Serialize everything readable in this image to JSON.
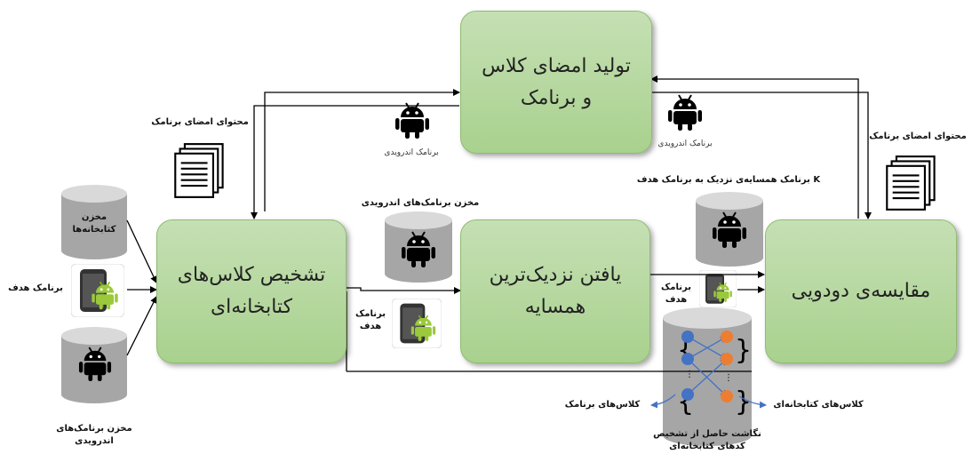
{
  "boxes": {
    "signature": [
      "تولید امضای کلاس",
      "و برنامک"
    ],
    "detect": [
      "تشخیص کلاس‌های",
      "کتابخانه‌ای"
    ],
    "nearest": [
      "یافتن نزدیک‌ترین",
      "همسایه"
    ],
    "compare": [
      "مقایسه‌ی دودویی"
    ]
  },
  "labels": {
    "lib_repo": [
      "مخزن",
      "کتابخانه‌ها"
    ],
    "target_app_left": "برنامک هدف",
    "android_repo_bottom": [
      "مخزن برنامک‌های",
      "اندرویدی"
    ],
    "signature_content_left": "محتوای امضای برنامک",
    "android_app_1": "برنامک اندرویدی",
    "android_app_2": "برنامک اندرویدی",
    "signature_content_right": "محتوای امضای برنامک",
    "android_repo_mid": "مخزن برنامک‌های اندرویدی",
    "target_app_mid": [
      "برنامک",
      "هدف"
    ],
    "k_neighbors": "K برنامک همسایه‌ی نزدیک به برنامک هدف",
    "target_app_right": [
      "برنامک",
      "هدف"
    ],
    "app_classes": "کلاس‌های برنامک",
    "lib_classes": "کلاس‌های کتابخانه‌ای",
    "mapping": [
      "نگاشت حاصل از تشخیص",
      "کدهای کتابخانه‌ای"
    ]
  },
  "colors": {
    "box_fill": "#a9d18e",
    "box_border": "#8fbc70",
    "cylinder": "#a6a6a6",
    "app_node": "#4472c4",
    "lib_node": "#ed7d31",
    "arrow": "#000000",
    "mapping_arrow": "#4472c4"
  },
  "icons": [
    "android-icon",
    "document-stack-icon",
    "android-phone-icon",
    "database-cylinder-icon"
  ]
}
